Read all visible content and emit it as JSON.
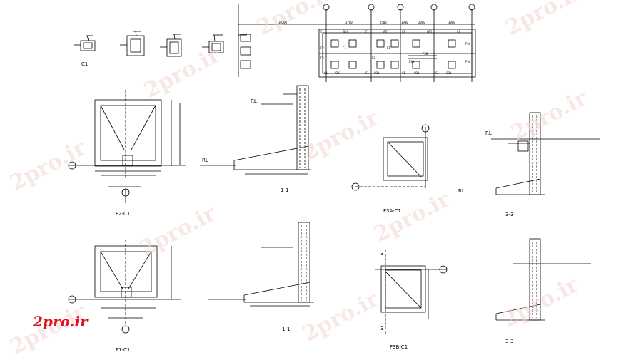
{
  "brand": {
    "logo_text": "2pro.ir",
    "watermark_text": "2pro.ir",
    "logo_color": "#e0141c"
  },
  "details": {
    "c1": "C1",
    "f2_c1": "F2-C1",
    "f1_c1": "F1-C1",
    "f3a_c1": "F3A-C1",
    "f3b_c1": "F3B-C1",
    "sec_1_1_top": "1-1",
    "sec_1_1_bottom": "1-1",
    "sec_3_3_top": "3-3",
    "sec_3_3_bottom": "3-3",
    "rl": "RL",
    "marker_3": "3"
  },
  "plan": {
    "labels": [
      "C1",
      "GB1",
      "C1",
      "GB1",
      "C1",
      "GB1",
      "C1",
      "F3A",
      "F2",
      "F1",
      "F1",
      "F2",
      "F3B",
      "F2",
      "F3B",
      "GB1",
      "C1",
      "GB1",
      "C1",
      "GB1",
      "C1",
      "GB1",
      "C1",
      "F3A"
    ],
    "dims": [
      "10200",
      "3700",
      "2500",
      "1900",
      "2800",
      "3800"
    ]
  },
  "icons": [
    "grid-axis-bubble-icon",
    "section-cut-marker-icon"
  ]
}
